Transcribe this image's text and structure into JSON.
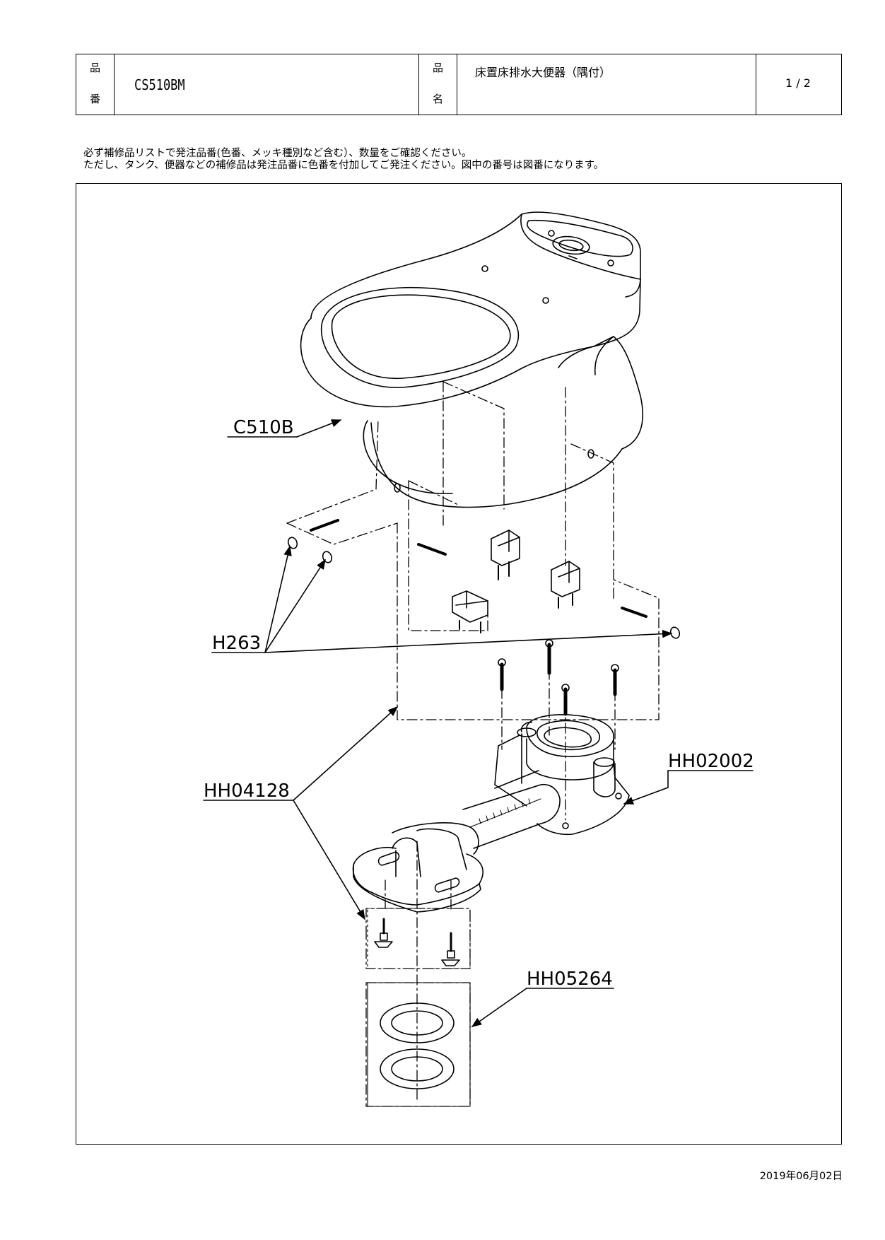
{
  "header": {
    "product_number_label": [
      "品",
      "番"
    ],
    "product_number": "CS510BM",
    "product_name_label": [
      "品",
      "名"
    ],
    "product_name": "床置床排水大便器（隅付）",
    "page": "1 / 2"
  },
  "notes": [
    "必ず補修品リストで発注品番(色番、メッキ種別など含む）、数量をご確認ください。",
    "ただし、タンク、便器などの補修品は発注品番に色番を付加してご発注ください。図中の番号は図番になります。"
  ],
  "parts": {
    "bowl": "C510B",
    "bolt_caps": "H263",
    "fixing_set": "HH04128",
    "floor_flange": "HH02002",
    "gasket": "HH05264"
  },
  "date": "2019年06月02日"
}
